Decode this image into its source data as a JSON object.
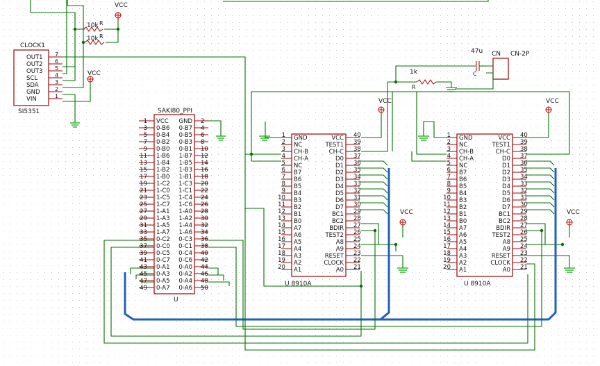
{
  "labels": {
    "vcc": "VCC",
    "r10k_top": "10k",
    "r10k_bot": "10k",
    "r_letter": "R",
    "r1k": "1k",
    "cap_val": "47u",
    "cap_letter": "C",
    "cn_ref": "CN",
    "cn_val": "CN-2P",
    "u_letter": "U"
  },
  "clock": {
    "ref": "CLOCK1",
    "value": "SI5351",
    "pins": [
      {
        "name": "OUT1",
        "num": "7"
      },
      {
        "name": "OUT2",
        "num": "6"
      },
      {
        "name": "OUT3",
        "num": "5"
      },
      {
        "name": "SCL",
        "num": "4"
      },
      {
        "name": "SDA",
        "num": "3"
      },
      {
        "name": "GND",
        "num": "2"
      },
      {
        "name": "VIN",
        "num": "1"
      }
    ]
  },
  "ppi": {
    "ref": "SAKI80_PPI",
    "rows": [
      {
        "l": "1",
        "ln": "VCC",
        "rn": "GND",
        "r": "2"
      },
      {
        "l": "3",
        "ln": "0-B6",
        "rn": "0-B7",
        "r": "4"
      },
      {
        "l": "5",
        "ln": "0-B4",
        "rn": "0-B5",
        "r": "6"
      },
      {
        "l": "7",
        "ln": "0-B2",
        "rn": "0-B3",
        "r": "8"
      },
      {
        "l": "9",
        "ln": "0-B0",
        "rn": "0-B1",
        "r": "10"
      },
      {
        "l": "11",
        "ln": "1-B6",
        "rn": "1-B7",
        "r": "12"
      },
      {
        "l": "13",
        "ln": "1-B4",
        "rn": "1-B5",
        "r": "14"
      },
      {
        "l": "15",
        "ln": "1-B2",
        "rn": "1-B3",
        "r": "16"
      },
      {
        "l": "17",
        "ln": "1-B0",
        "rn": "1-B1",
        "r": "18"
      },
      {
        "l": "19",
        "ln": "1-C2",
        "rn": "1-C3",
        "r": "20"
      },
      {
        "l": "21",
        "ln": "1-C0",
        "rn": "1-C1",
        "r": "22"
      },
      {
        "l": "23",
        "ln": "1-C5",
        "rn": "1-C4",
        "r": "24"
      },
      {
        "l": "25",
        "ln": "1-C7",
        "rn": "1-C6",
        "r": "26"
      },
      {
        "l": "27",
        "ln": "1-A1",
        "rn": "1-A0",
        "r": "28"
      },
      {
        "l": "29",
        "ln": "1-A3",
        "rn": "1-A2",
        "r": "30"
      },
      {
        "l": "31",
        "ln": "1-A5",
        "rn": "1-A4",
        "r": "32"
      },
      {
        "l": "33",
        "ln": "1-A7",
        "rn": "1-A6",
        "r": "34"
      },
      {
        "l": "35",
        "ln": "0-C2",
        "rn": "0-C3",
        "r": "36"
      },
      {
        "l": "37",
        "ln": "0-C0",
        "rn": "0-C1",
        "r": "38"
      },
      {
        "l": "39",
        "ln": "0-C5",
        "rn": "0-C4",
        "r": "40"
      },
      {
        "l": "41",
        "ln": "0-C7",
        "rn": "0-C6",
        "r": "42"
      },
      {
        "l": "43",
        "ln": "0-A1",
        "rn": "0-A0",
        "r": "44"
      },
      {
        "l": "45",
        "ln": "0-A3",
        "rn": "0-A2",
        "r": "46"
      },
      {
        "l": "47",
        "ln": "0-A5",
        "rn": "0-A4",
        "r": "48"
      },
      {
        "l": "49",
        "ln": "0-A7",
        "rn": "0-A6",
        "r": "50"
      }
    ]
  },
  "psg": {
    "label": "U  8910A",
    "label2": "U    8910A",
    "left": [
      {
        "n": "1",
        "name": "GND"
      },
      {
        "n": "2",
        "name": "NC"
      },
      {
        "n": "3",
        "name": "CH-B"
      },
      {
        "n": "4",
        "name": "CH-A"
      },
      {
        "n": "5",
        "name": "NC"
      },
      {
        "n": "6",
        "name": "B7"
      },
      {
        "n": "7",
        "name": "B6"
      },
      {
        "n": "8",
        "name": "B5"
      },
      {
        "n": "9",
        "name": "B4"
      },
      {
        "n": "10",
        "name": "B3"
      },
      {
        "n": "11",
        "name": "B2"
      },
      {
        "n": "12",
        "name": "B1"
      },
      {
        "n": "13",
        "name": "B0"
      },
      {
        "n": "14",
        "name": "A7"
      },
      {
        "n": "15",
        "name": "A6"
      },
      {
        "n": "16",
        "name": "A5"
      },
      {
        "n": "17",
        "name": "A4"
      },
      {
        "n": "18",
        "name": "A3"
      },
      {
        "n": "19",
        "name": "A2"
      },
      {
        "n": "20",
        "name": "A1"
      }
    ],
    "right": [
      {
        "n": "40",
        "name": "VCC"
      },
      {
        "n": "39",
        "name": "TEST1"
      },
      {
        "n": "38",
        "name": "CH-C"
      },
      {
        "n": "37",
        "name": "D0"
      },
      {
        "n": "36",
        "name": "D1"
      },
      {
        "n": "35",
        "name": "D2"
      },
      {
        "n": "34",
        "name": "D3"
      },
      {
        "n": "33",
        "name": "D4"
      },
      {
        "n": "32",
        "name": "D5"
      },
      {
        "n": "31",
        "name": "D6"
      },
      {
        "n": "30",
        "name": "D7"
      },
      {
        "n": "29",
        "name": "BC1"
      },
      {
        "n": "28",
        "name": "BC2"
      },
      {
        "n": "27",
        "name": "BDIR"
      },
      {
        "n": "26",
        "name": "TEST2"
      },
      {
        "n": "25",
        "name": "A8"
      },
      {
        "n": "24",
        "name": "A9"
      },
      {
        "n": "23",
        "name": "RESET"
      },
      {
        "n": "22",
        "name": "CLOCK"
      },
      {
        "n": "21",
        "name": "A0"
      }
    ]
  }
}
